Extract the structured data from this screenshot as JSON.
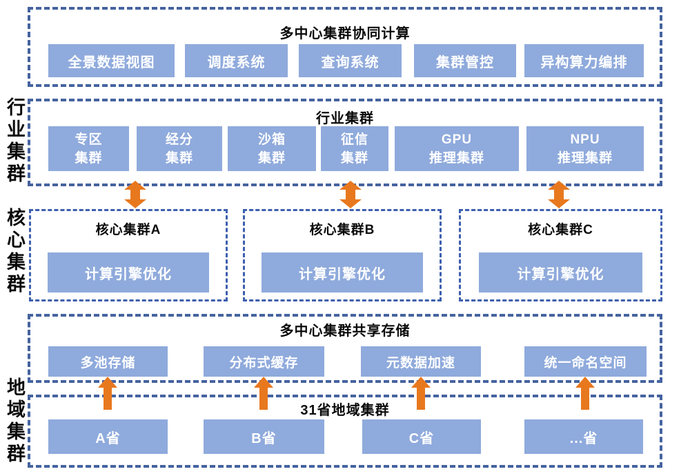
{
  "palette": {
    "box_fill": "#8FAADC",
    "box_text": "#FFFFFF",
    "dash_outer": "#45639F",
    "dash_core": "#3D5FAE",
    "arrow": "#E8781E",
    "title_text": "#0A0A0A"
  },
  "side_labels": {
    "industry": "行业集群",
    "core": "核心集群",
    "region": "地域集群"
  },
  "compute": {
    "title": "多中心集群协同计算",
    "items": [
      "全景数据视图",
      "调度系统",
      "查询系统",
      "集群管控",
      "异构算力编排"
    ]
  },
  "industry": {
    "title": "行业集群",
    "items": [
      {
        "line1": "专区",
        "line2": "集群"
      },
      {
        "line1": "经分",
        "line2": "集群"
      },
      {
        "line1": "沙箱",
        "line2": "集群"
      },
      {
        "line1": "征信",
        "line2": "集群"
      },
      {
        "line1": "GPU",
        "line2": "推理集群"
      },
      {
        "line1": "NPU",
        "line2": "推理集群"
      }
    ]
  },
  "core": {
    "clusters": [
      {
        "title": "核心集群A",
        "engine": "计算引擎优化"
      },
      {
        "title": "核心集群B",
        "engine": "计算引擎优化"
      },
      {
        "title": "核心集群C",
        "engine": "计算引擎优化"
      }
    ]
  },
  "storage": {
    "title": "多中心集群共享存储",
    "items": [
      "多池存储",
      "分布式缓存",
      "元数据加速",
      "统一命名空间"
    ]
  },
  "region": {
    "title": "31省地域集群",
    "items": [
      "A省",
      "B省",
      "C省",
      "...省"
    ]
  }
}
